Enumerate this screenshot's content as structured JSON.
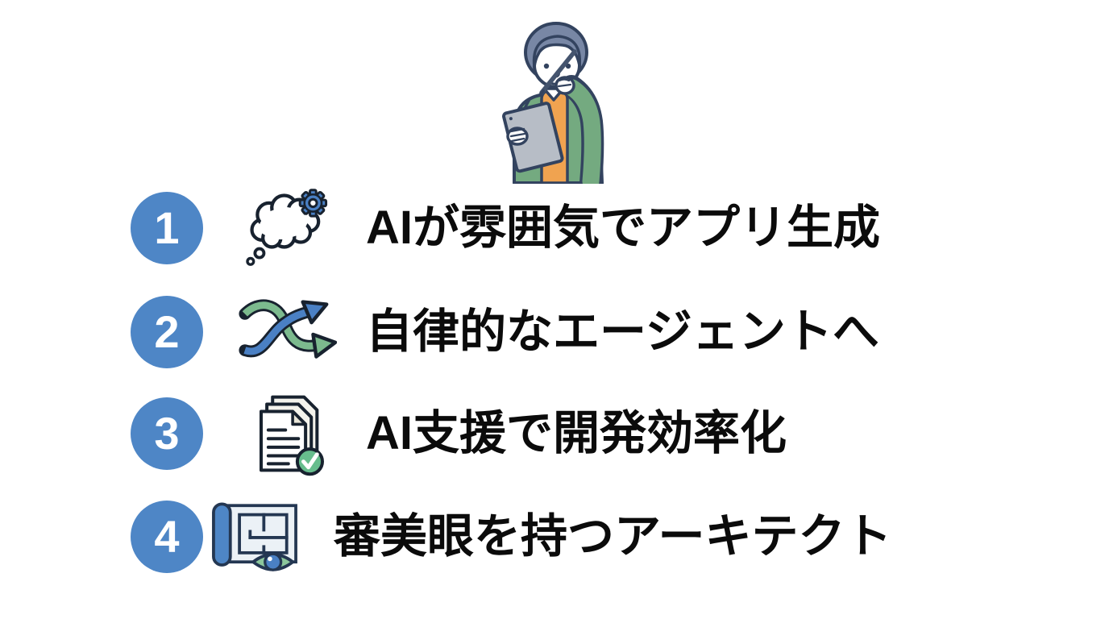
{
  "slide": {
    "background": "#ffffff",
    "illustration": "thinking-person-with-tablet-and-pen"
  },
  "items": [
    {
      "number": "1",
      "icon": "thought-cloud-gear-icon",
      "label": "AIが雰囲気でアプリ生成"
    },
    {
      "number": "2",
      "icon": "shuffle-arrows-icon",
      "label": "自律的なエージェントへ"
    },
    {
      "number": "3",
      "icon": "document-check-icon",
      "label": "AI支援で開発効率化"
    },
    {
      "number": "4",
      "icon": "blueprint-eye-icon",
      "label": "審美眼を持つアーキテクト"
    }
  ],
  "colors": {
    "number_circle_blue": "#4e86c6",
    "text_black": "#0b0b0b",
    "icon_outline": "#18222f",
    "icon_blue": "#4a80c4",
    "icon_green": "#7cba8e",
    "check_green": "#67bd8d",
    "plan_sheet": "#ebf1f6",
    "fold_beige": "#e9e6d8",
    "cardigan_green": "#74aa80",
    "shirt_orange": "#f0a350",
    "hair_slate": "#7887a5",
    "tablet_gray": "#b7bdc6",
    "person_outline": "#33435f"
  }
}
